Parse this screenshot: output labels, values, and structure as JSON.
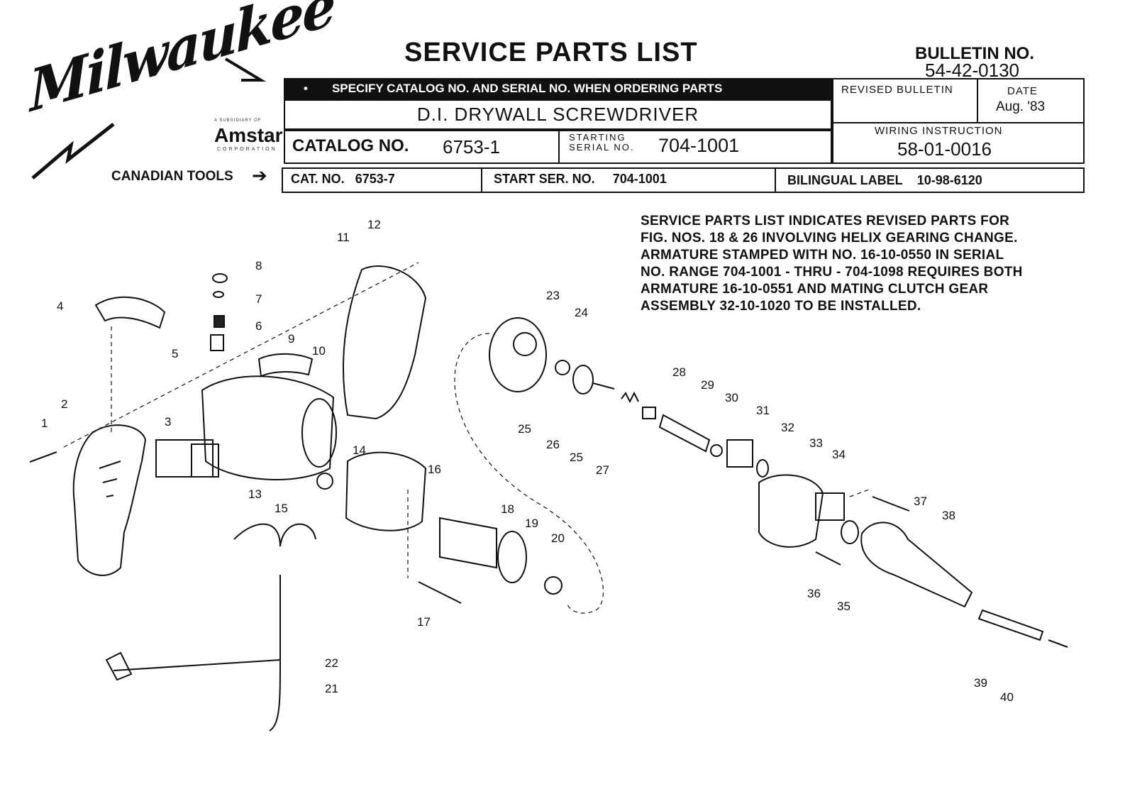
{
  "header": {
    "brand": "Milwaukee",
    "parent_tagline": "A SUBSIDIARY OF",
    "parent_name": "Amstar",
    "parent_sub": "CORPORATION",
    "title": "SERVICE PARTS LIST",
    "bulletin_label": "BULLETIN NO.",
    "bulletin_no": "54-42-0130",
    "order_instruction": "SPECIFY CATALOG NO. AND SERIAL NO. WHEN ORDERING PARTS",
    "product_name": "D.I. DRYWALL SCREWDRIVER",
    "catalog_label": "CATALOG NO.",
    "catalog_no": "6753-1",
    "starting_serial_label_1": "STARTING",
    "starting_serial_label_2": "SERIAL NO.",
    "starting_serial": "704-1001",
    "revised_bulletin_label": "REVISED BULLETIN",
    "date_label": "DATE",
    "date_value": "Aug. '83",
    "wiring_label": "WIRING INSTRUCTION",
    "wiring_value": "58-01-0016"
  },
  "canadian": {
    "lead": "CANADIAN TOOLS",
    "cat_label": "CAT. NO.",
    "cat_no": "6753-7",
    "start_label": "START SER. NO.",
    "start_no": "704-1001",
    "bilingual_label": "BILINGUAL LABEL",
    "bilingual_no": "10-98-6120"
  },
  "note": [
    "SERVICE PARTS LIST INDICATES REVISED PARTS FOR",
    "FIG. NOS. 18 & 26 INVOLVING HELIX GEARING CHANGE.",
    "ARMATURE STAMPED WITH NO. 16-10-0550 IN SERIAL",
    "NO. RANGE 704-1001 - THRU - 704-1098 REQUIRES BOTH",
    "ARMATURE 16-10-0551 AND MATING CLUTCH GEAR",
    "ASSEMBLY 32-10-1020 TO BE INSTALLED."
  ],
  "callouts": [
    "1",
    "2",
    "3",
    "4",
    "5",
    "6",
    "7",
    "8",
    "9",
    "10",
    "11",
    "12",
    "13",
    "14",
    "15",
    "16",
    "17",
    "18",
    "19",
    "20",
    "21",
    "22",
    "23",
    "24",
    "25",
    "26",
    "25",
    "27",
    "28",
    "29",
    "30",
    "31",
    "32",
    "33",
    "34",
    "35",
    "36",
    "37",
    "38",
    "39",
    "40"
  ]
}
